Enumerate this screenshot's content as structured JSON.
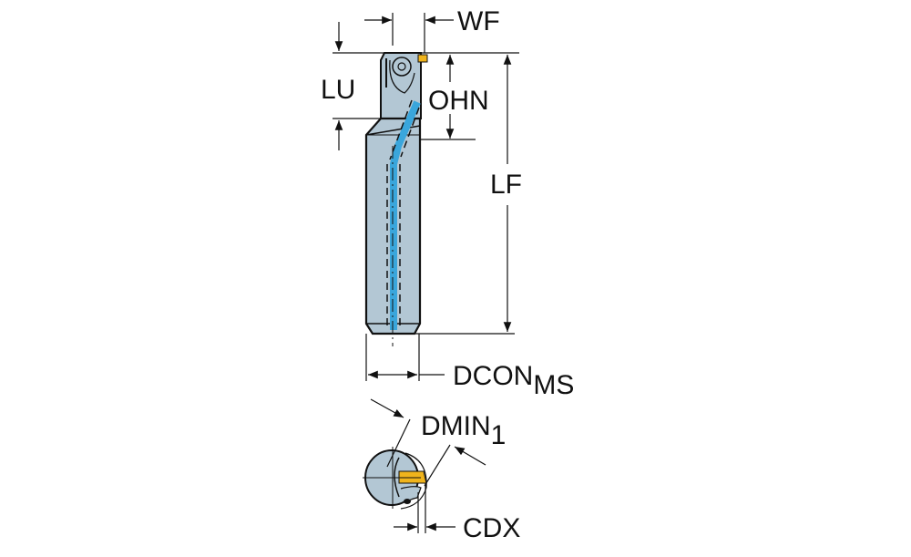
{
  "diagram": {
    "title": "Boring bar dimension drawing",
    "labels": {
      "wf": "WF",
      "lu": "LU",
      "ohn": "OHN",
      "lf": "LF",
      "dcon": "DCON",
      "dcon_sub": "MS",
      "dmin": "DMIN",
      "dmin_sub": "1",
      "cdx": "CDX"
    },
    "colors": {
      "body": "#b3c7d4",
      "coolant": "#3aa6dc",
      "insert": "#f0b41c",
      "line": "#111111"
    }
  }
}
